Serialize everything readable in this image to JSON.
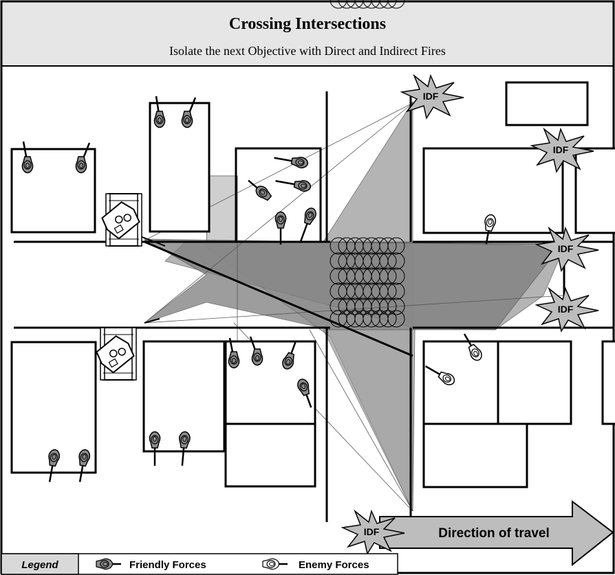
{
  "title": "Crossing Intersections",
  "subtitle": "Isolate the next Objective with Direct and Indirect Fires",
  "idf_label": "IDF",
  "direction_label": "Direction of travel",
  "legend": {
    "heading": "Legend",
    "friendly": "Friendly Forces",
    "enemy": "Enemy Forces"
  },
  "colors": {
    "title_band": "#e6e6e6",
    "friendly_fill": "#8c8c8c",
    "enemy_fill": "#ffffff",
    "fan_light": "#cfcfcf",
    "fan_mid": "#a8a8a8",
    "fan_dark": "#7d7d7d",
    "arrow_fill": "#bdbdbd"
  }
}
